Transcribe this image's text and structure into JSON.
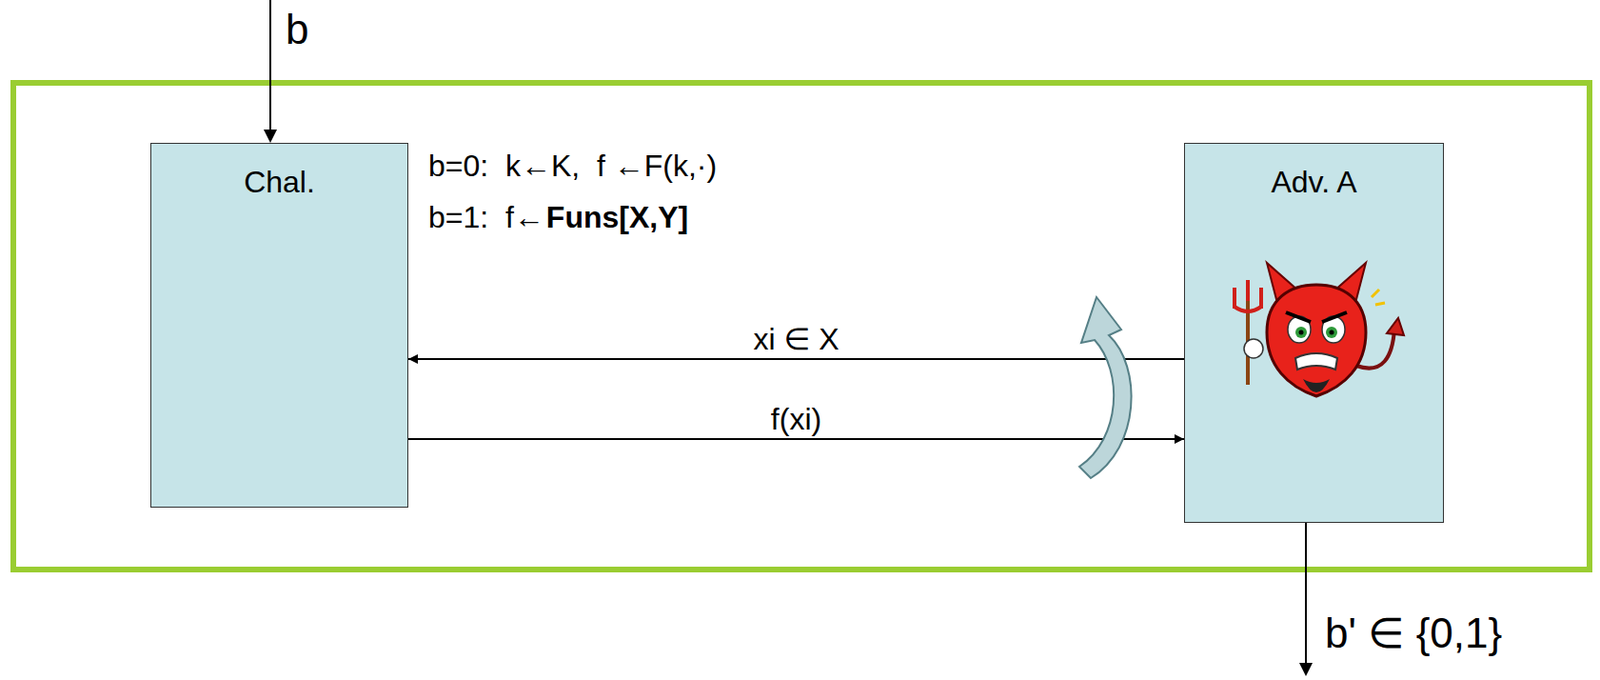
{
  "diagram": {
    "nodes": [
      {
        "text": [
          "Chal."
        ]
      },
      {
        "text": [
          "Adv. A"
        ]
      }
    ],
    "edges": [
      {
        "from": 1,
        "to": 0,
        "arrow": "to",
        "label": "xi ∈ X"
      },
      {
        "from": 0,
        "to": 1,
        "arrow": "to",
        "label": "f(xi)"
      }
    ],
    "labels": [
      "b",
      "b=0:  k←K,  f ←F(k,·)",
      "b=1:  f←",
      "Funs[X,Y]",
      "b' ∈ {0,1}"
    ]
  }
}
